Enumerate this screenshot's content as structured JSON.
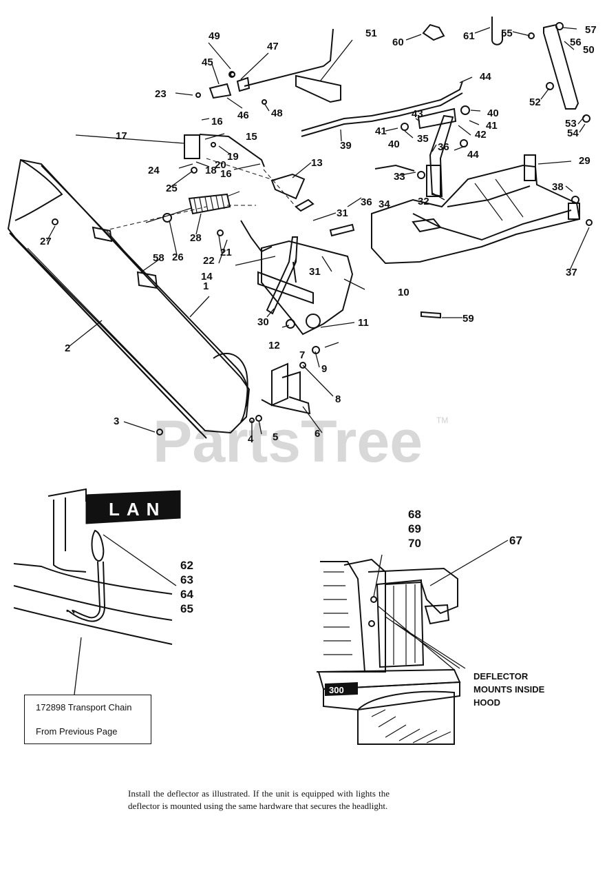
{
  "watermark": {
    "brand": "PartsTree",
    "trademark": "TM"
  },
  "callouts": {
    "c1": "1",
    "c2": "2",
    "c3": "3",
    "c4": "4",
    "c5": "5",
    "c6": "6",
    "c7": "7",
    "c8": "8",
    "c9": "9",
    "c10": "10",
    "c11": "11",
    "c12": "12",
    "c13": "13",
    "c14": "14",
    "c15": "15",
    "c16a": "16",
    "c16b": "16",
    "c17": "17",
    "c18": "18",
    "c19": "19",
    "c20": "20",
    "c21": "21",
    "c22": "22",
    "c23": "23",
    "c24": "24",
    "c25": "25",
    "c26": "26",
    "c27": "27",
    "c28": "28",
    "c29": "29",
    "c30": "30",
    "c31a": "31",
    "c31b": "31",
    "c32": "32",
    "c33": "33",
    "c34": "34",
    "c35": "35",
    "c36a": "36",
    "c36b": "36",
    "c37": "37",
    "c38": "38",
    "c39": "39",
    "c40a": "40",
    "c40b": "40",
    "c41a": "41",
    "c41b": "41",
    "c42": "42",
    "c43": "43",
    "c44a": "44",
    "c44b": "44",
    "c45": "45",
    "c46": "46",
    "c47": "47",
    "c48": "48",
    "c49": "49",
    "c50": "50",
    "c51": "51",
    "c52": "52",
    "c53": "53",
    "c54": "54",
    "c55": "55",
    "c56": "56",
    "c57": "57",
    "c58": "58",
    "c59": "59",
    "c60": "60",
    "c61": "61",
    "c62": "62",
    "c63": "63",
    "c64": "64",
    "c65": "65",
    "c67": "67",
    "c68": "68",
    "c69": "69",
    "c70": "70"
  },
  "hood_badge": "LAN",
  "tractor_badge": "300",
  "transport_note": {
    "line1": "172898 Transport Chain",
    "line2": "From Previous Page"
  },
  "deflector_note": {
    "line1": "DEFLECTOR",
    "line2": "MOUNTS INSIDE",
    "line3": "HOOD"
  },
  "install_note": "Install the deflector as illustrated.  If the unit is equipped with lights the deflector is mounted using the same hardware that secures the headlight."
}
